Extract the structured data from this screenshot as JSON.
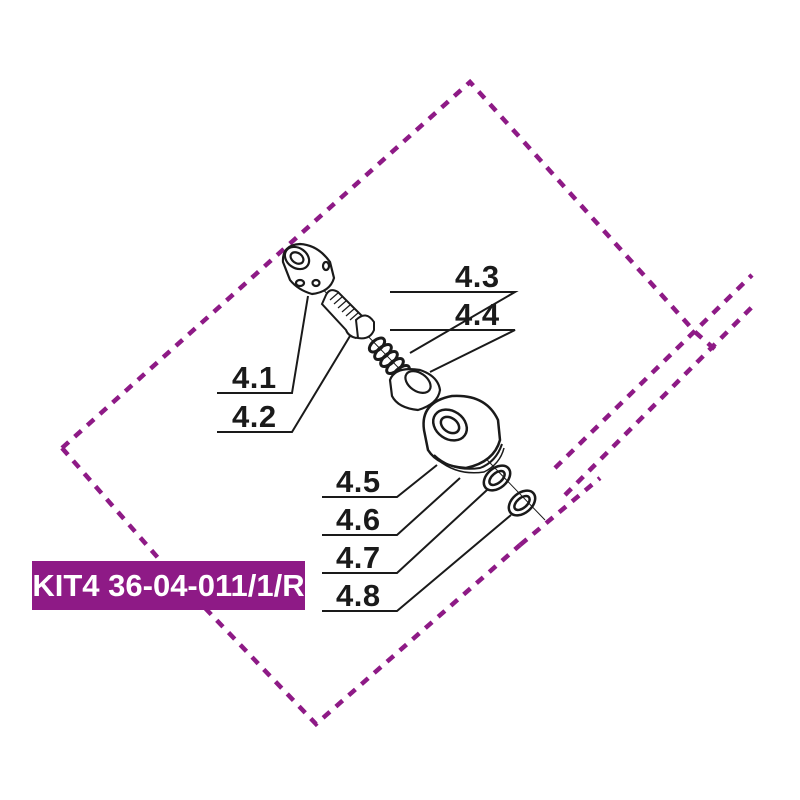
{
  "kit": {
    "code": "KIT4 36-04-011/1/R",
    "badge_color": "#8e1a86",
    "text_color": "#ffffff"
  },
  "callouts": [
    {
      "id": "4.1",
      "label": "4.1",
      "part": "cap nut with holes"
    },
    {
      "id": "4.2",
      "label": "4.2",
      "part": "threaded stem"
    },
    {
      "id": "4.3",
      "label": "4.3",
      "part": "spring"
    },
    {
      "id": "4.4",
      "label": "4.4",
      "part": "spring seat"
    },
    {
      "id": "4.5",
      "label": "4.5",
      "part": "valve disc"
    },
    {
      "id": "4.6",
      "label": "4.6",
      "part": "seal ring"
    },
    {
      "id": "4.7",
      "label": "4.7",
      "part": "o-ring"
    },
    {
      "id": "4.8",
      "label": "4.8",
      "part": "o-ring"
    }
  ],
  "colors": {
    "dashed_outline": "#8e1a86",
    "line_art": "#1a1a1a",
    "background": "#ffffff"
  }
}
